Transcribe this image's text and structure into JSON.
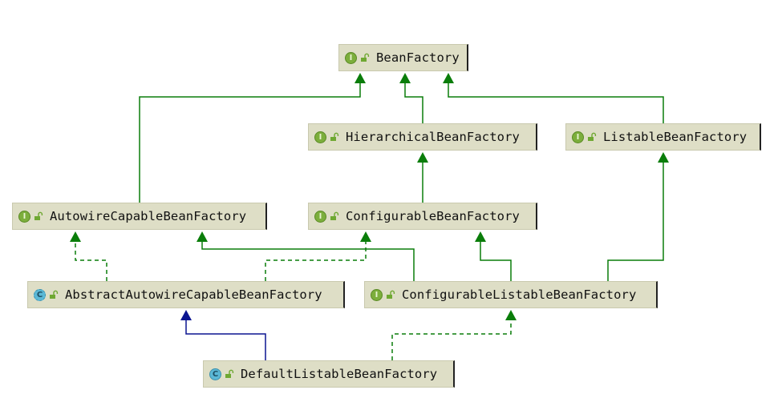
{
  "colors": {
    "extends_interface": "#0a7d0a",
    "extends_class": "#0b1591",
    "node_fill": "#dedec6",
    "interface_badge": "#7cae3c",
    "class_badge": "#5bb8d6"
  },
  "nodes": [
    {
      "id": "BeanFactory",
      "label": "BeanFactory",
      "kind": "interface",
      "badge": "I",
      "icon": "unlock-icon"
    },
    {
      "id": "HierarchicalBeanFactory",
      "label": "HierarchicalBeanFactory",
      "kind": "interface",
      "badge": "I",
      "icon": "unlock-icon"
    },
    {
      "id": "ListableBeanFactory",
      "label": "ListableBeanFactory",
      "kind": "interface",
      "badge": "I",
      "icon": "unlock-icon"
    },
    {
      "id": "AutowireCapableBeanFactory",
      "label": "AutowireCapableBeanFactory",
      "kind": "interface",
      "badge": "I",
      "icon": "unlock-icon"
    },
    {
      "id": "ConfigurableBeanFactory",
      "label": "ConfigurableBeanFactory",
      "kind": "interface",
      "badge": "I",
      "icon": "unlock-icon"
    },
    {
      "id": "AbstractAutowireCapableBeanFactory",
      "label": "AbstractAutowireCapableBeanFactory",
      "kind": "abstract-class",
      "badge": "C",
      "icon": "unlock-icon"
    },
    {
      "id": "ConfigurableListableBeanFactory",
      "label": "ConfigurableListableBeanFactory",
      "kind": "interface",
      "badge": "I",
      "icon": "unlock-icon"
    },
    {
      "id": "DefaultListableBeanFactory",
      "label": "DefaultListableBeanFactory",
      "kind": "class",
      "badge": "C",
      "icon": "unlock-icon"
    }
  ],
  "edges": [
    {
      "from": "HierarchicalBeanFactory",
      "to": "BeanFactory",
      "type": "extends"
    },
    {
      "from": "ListableBeanFactory",
      "to": "BeanFactory",
      "type": "extends"
    },
    {
      "from": "AutowireCapableBeanFactory",
      "to": "BeanFactory",
      "type": "extends"
    },
    {
      "from": "ConfigurableBeanFactory",
      "to": "HierarchicalBeanFactory",
      "type": "extends"
    },
    {
      "from": "ConfigurableListableBeanFactory",
      "to": "AutowireCapableBeanFactory",
      "type": "extends"
    },
    {
      "from": "ConfigurableListableBeanFactory",
      "to": "ConfigurableBeanFactory",
      "type": "extends"
    },
    {
      "from": "ConfigurableListableBeanFactory",
      "to": "ListableBeanFactory",
      "type": "extends"
    },
    {
      "from": "AbstractAutowireCapableBeanFactory",
      "to": "AutowireCapableBeanFactory",
      "type": "implements"
    },
    {
      "from": "AbstractAutowireCapableBeanFactory",
      "to": "ConfigurableBeanFactory",
      "type": "implements"
    },
    {
      "from": "DefaultListableBeanFactory",
      "to": "ConfigurableListableBeanFactory",
      "type": "implements"
    },
    {
      "from": "DefaultListableBeanFactory",
      "to": "AbstractAutowireCapableBeanFactory",
      "type": "extends-class"
    }
  ]
}
